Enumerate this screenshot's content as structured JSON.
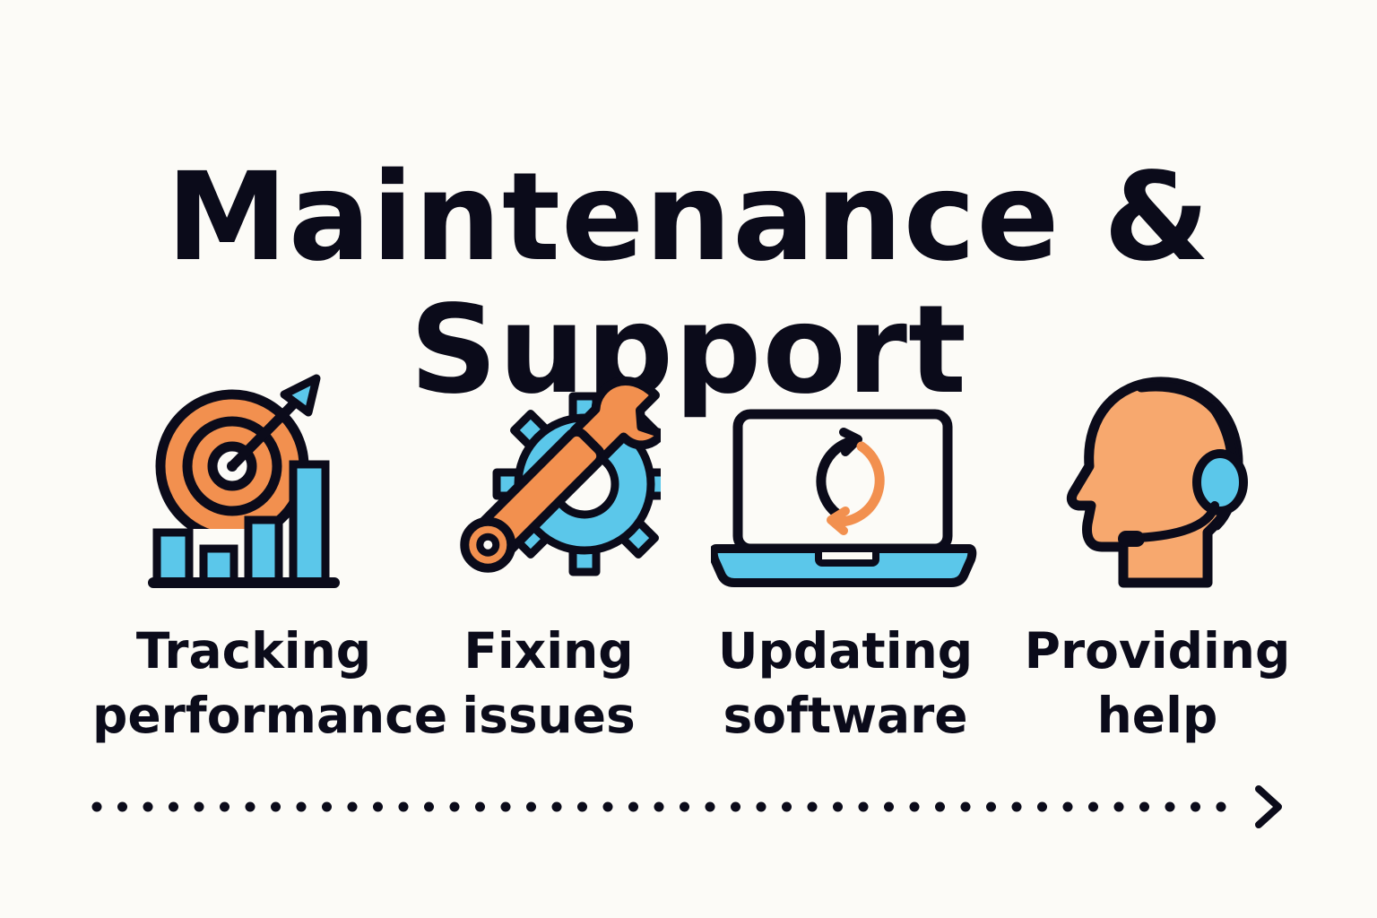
{
  "title": {
    "line1": "Maintenance &",
    "line2": "Support"
  },
  "steps": [
    {
      "icon": "target-growth-chart-icon",
      "label_line1": "Tracking",
      "label_line2": "performance"
    },
    {
      "icon": "wrench-gear-icon",
      "label_line1": "Fixing",
      "label_line2": "issues"
    },
    {
      "icon": "laptop-refresh-icon",
      "label_line1": "Updating",
      "label_line2": "software"
    },
    {
      "icon": "headset-support-icon",
      "label_line1": "Providing",
      "label_line2": "help"
    }
  ],
  "colors": {
    "background": "#fcfbf7",
    "ink": "#0b0b1a",
    "orange": "#f2904f",
    "blue": "#5bc7ea",
    "skin": "#f7a86e"
  }
}
